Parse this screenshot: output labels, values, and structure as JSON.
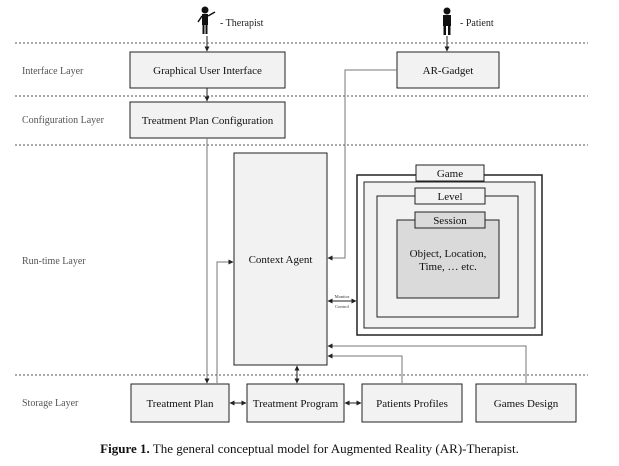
{
  "actors": {
    "therapist": "- Therapist",
    "patient": "- Patient"
  },
  "layers": {
    "interface": "Interface Layer",
    "configuration": "Configuration Layer",
    "runtime": "Run-time Layer",
    "storage": "Storage Layer"
  },
  "components": {
    "gui": "Graphical User Interface",
    "ar_gadget": "AR-Gadget",
    "treatment_plan_config": "Treatment Plan Configuration",
    "context_agent": "Context Agent",
    "game": "Game",
    "level": "Level",
    "session": "Session",
    "session_content_line1": "Object, Location,",
    "session_content_line2": "Time, … etc.",
    "treatment_plan": "Treatment Plan",
    "treatment_program": "Treatment Program",
    "patients_profiles": "Patients Profiles",
    "games_design": "Games Design"
  },
  "arrow_labels": {
    "monitor": "Monitor",
    "control": "Control"
  },
  "caption": {
    "label": "Figure 1.",
    "text": " The general conceptual model for Augmented Reality (AR)-Therapist."
  },
  "colors": {
    "box_fill": "#f2f2f2",
    "session_fill": "#dadada",
    "game_area_fill": "#ffffff",
    "stroke": "#222222",
    "dotted_separator": "#555555",
    "line": "#777777"
  },
  "icons": {
    "therapist": "person-with-pointer-icon",
    "patient": "person-standing-icon"
  }
}
